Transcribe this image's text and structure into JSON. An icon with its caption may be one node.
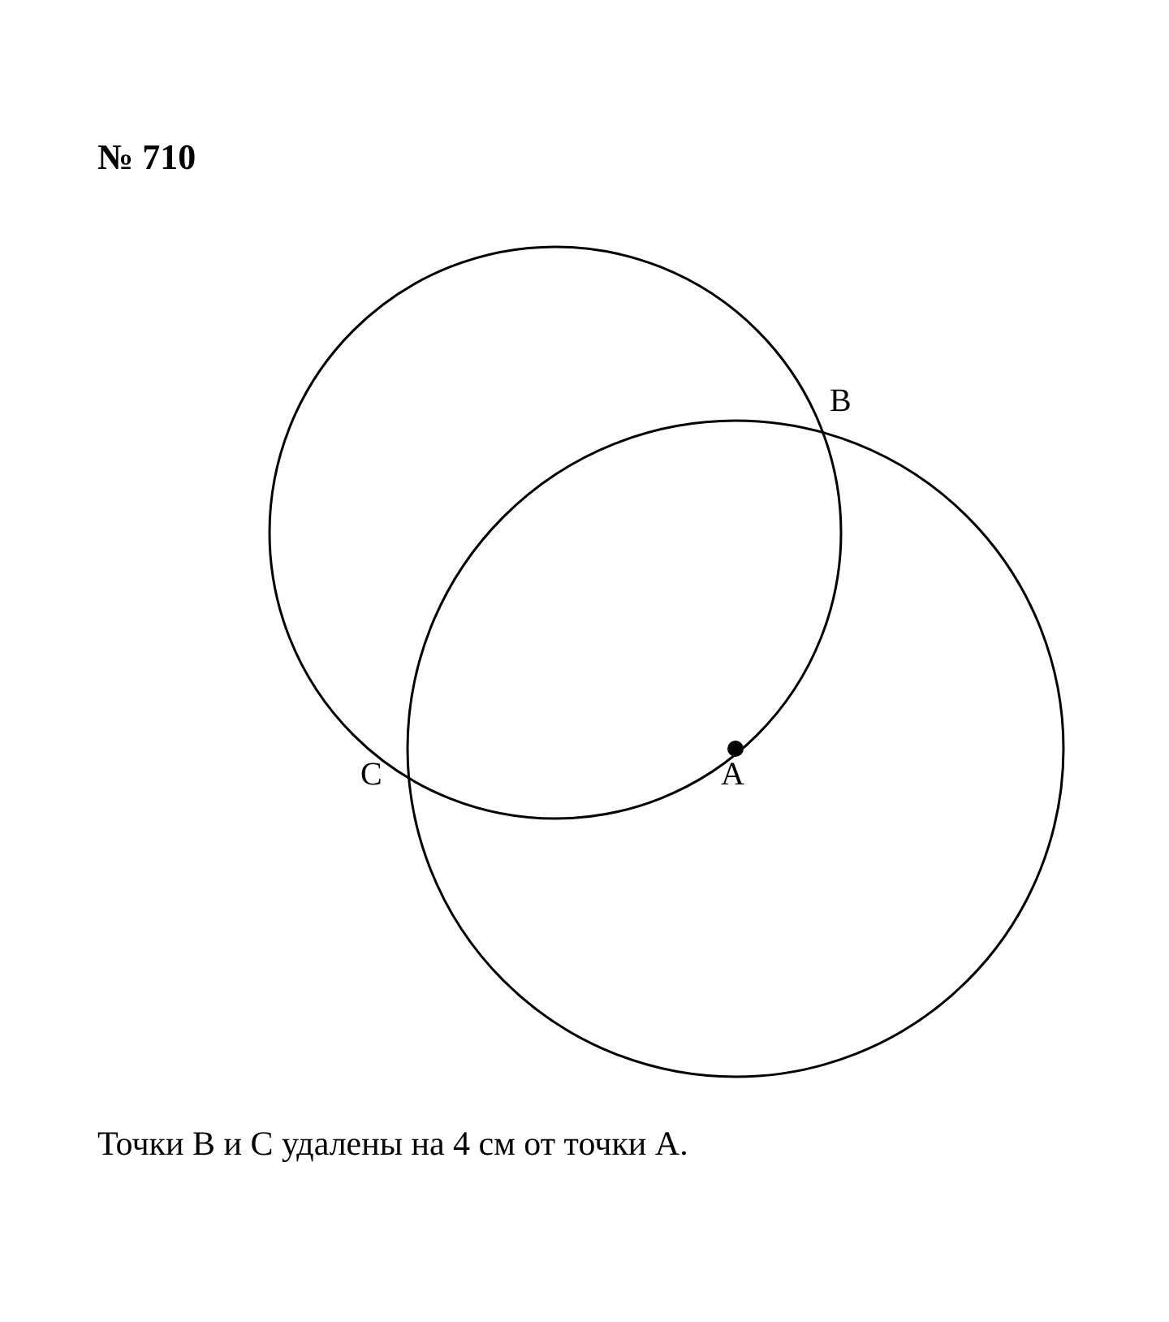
{
  "diagram": {
    "title": "№ 710",
    "caption": "Точки B и C удалены на 4 см от точки A.",
    "labels": [
      "B",
      "C",
      "A"
    ]
  }
}
